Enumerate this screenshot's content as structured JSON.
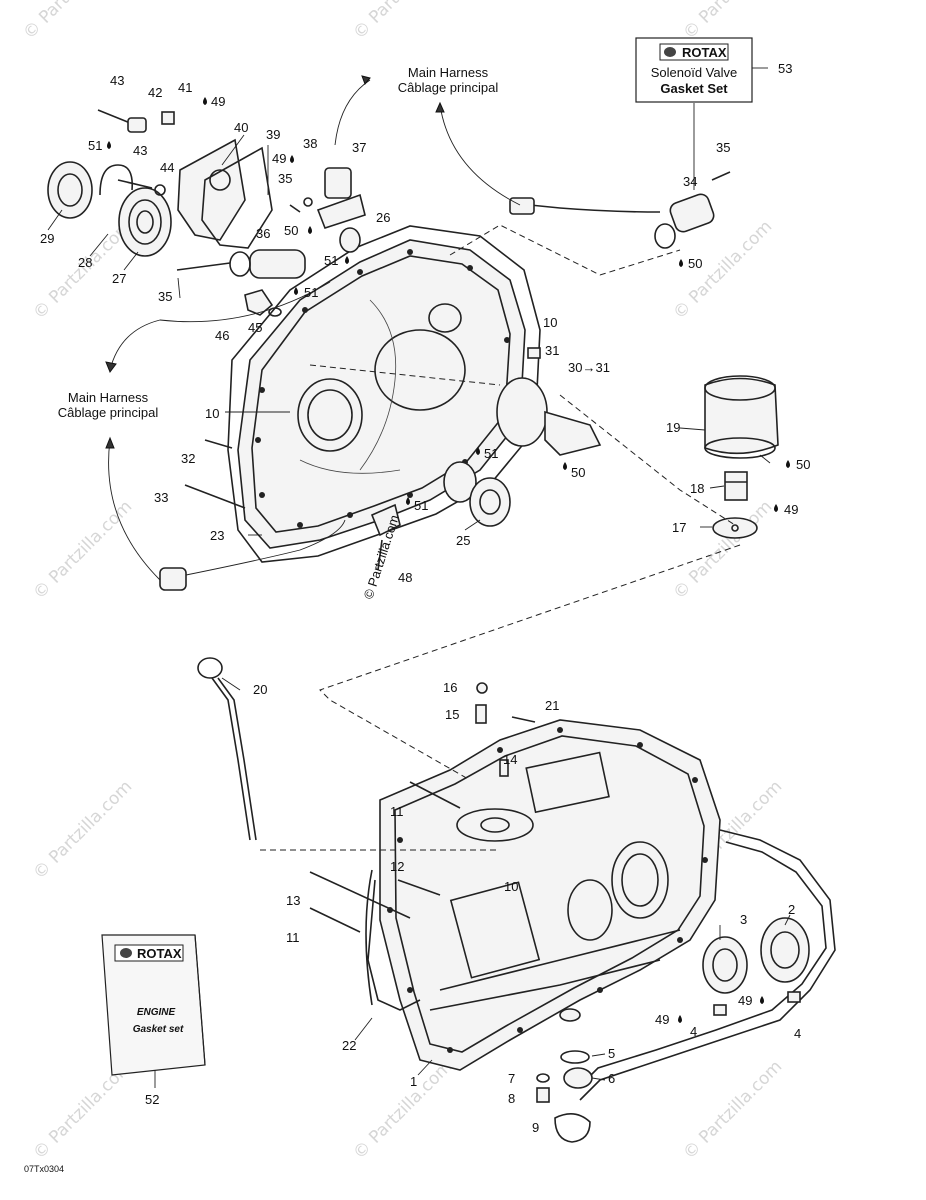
{
  "callouts": [
    {
      "n": "43"
    },
    {
      "n": "42"
    },
    {
      "n": "41"
    },
    {
      "n": "49"
    },
    {
      "n": "40"
    },
    {
      "n": "39"
    },
    {
      "n": "38"
    },
    {
      "n": "37"
    },
    {
      "n": "51"
    },
    {
      "n": "43"
    },
    {
      "n": "44"
    },
    {
      "n": "49"
    },
    {
      "n": "35"
    },
    {
      "n": "29"
    },
    {
      "n": "28"
    },
    {
      "n": "27"
    },
    {
      "n": "36"
    },
    {
      "n": "50"
    },
    {
      "n": "26"
    },
    {
      "n": "51"
    },
    {
      "n": "35"
    },
    {
      "n": "51"
    },
    {
      "n": "46"
    },
    {
      "n": "45"
    },
    {
      "n": "53"
    },
    {
      "n": "35"
    },
    {
      "n": "34"
    },
    {
      "n": "50"
    },
    {
      "n": "10"
    },
    {
      "n": "31"
    },
    {
      "n": "30→31"
    },
    {
      "n": "10"
    },
    {
      "n": "19"
    },
    {
      "n": "50"
    },
    {
      "n": "32"
    },
    {
      "n": "51"
    },
    {
      "n": "50"
    },
    {
      "n": "33"
    },
    {
      "n": "51"
    },
    {
      "n": "18"
    },
    {
      "n": "49"
    },
    {
      "n": "23"
    },
    {
      "n": "25"
    },
    {
      "n": "17"
    },
    {
      "n": "48"
    },
    {
      "n": "20"
    },
    {
      "n": "16"
    },
    {
      "n": "15"
    },
    {
      "n": "21"
    },
    {
      "n": "14"
    },
    {
      "n": "11"
    },
    {
      "n": "12"
    },
    {
      "n": "10"
    },
    {
      "n": "13"
    },
    {
      "n": "11"
    },
    {
      "n": "3"
    },
    {
      "n": "2"
    },
    {
      "n": "49"
    },
    {
      "n": "49"
    },
    {
      "n": "4"
    },
    {
      "n": "4"
    },
    {
      "n": "22"
    },
    {
      "n": "5"
    },
    {
      "n": "1"
    },
    {
      "n": "7"
    },
    {
      "n": "6"
    },
    {
      "n": "8"
    },
    {
      "n": "9"
    },
    {
      "n": "52"
    }
  ],
  "harness_top": {
    "line1": "Main Harness",
    "line2": "Câblage principal"
  },
  "harness_left": {
    "line1": "Main Harness",
    "line2": "Câblage principal"
  },
  "solenoid_box": {
    "brand": "ROTAX",
    "line1": "Solenoïd Valve",
    "line2": "Gasket Set"
  },
  "gasket_book": {
    "brand": "ROTAX",
    "line1": "ENGINE",
    "line2": "Gasket set"
  },
  "watermark_center": "© Partzilla.com",
  "watermark_repeat": "© Partzilla.com",
  "drawing_code": "07Tx0304",
  "icons": {
    "drop": "oil-drop-icon"
  }
}
